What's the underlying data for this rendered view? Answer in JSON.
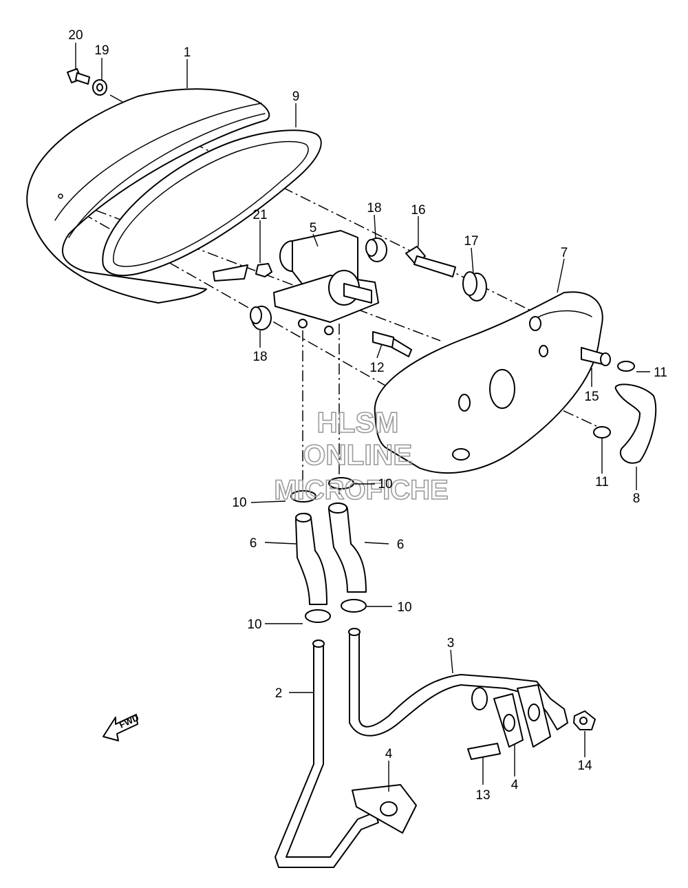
{
  "callouts": {
    "c20": "20",
    "c19": "19",
    "c1": "1",
    "c9": "9",
    "c21": "21",
    "c5": "5",
    "c18a": "18",
    "c16": "16",
    "c17": "17",
    "c7": "7",
    "c18b": "18",
    "c12": "12",
    "c11a": "11",
    "c15": "15",
    "c11b": "11",
    "c8": "8",
    "c10a": "10",
    "c10b": "10",
    "c6a": "6",
    "c6b": "6",
    "c10c": "10",
    "c10d": "10",
    "c3": "3",
    "c2": "2",
    "c4a": "4",
    "c4b": "4",
    "c13": "13",
    "c14": "14"
  },
  "watermark": {
    "line1": "HLSM",
    "line2": "ONLINE",
    "line3": "MICROFICHE"
  },
  "fwd_label": "FWD"
}
